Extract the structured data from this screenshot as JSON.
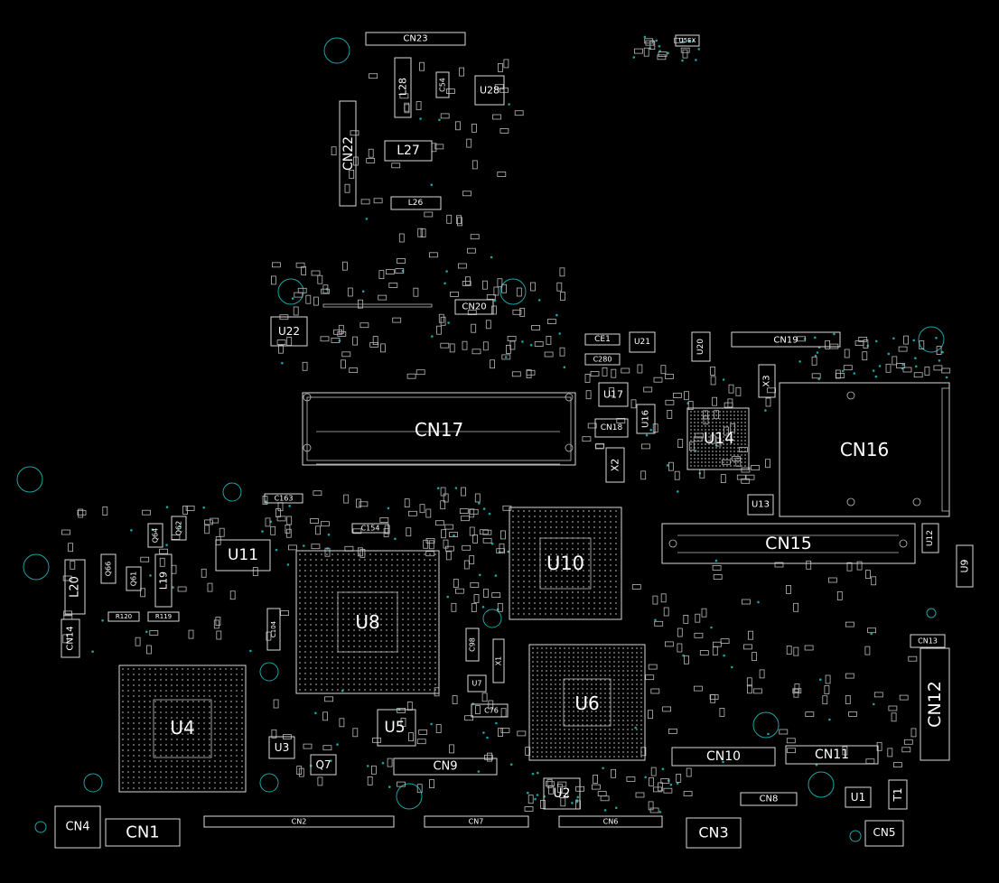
{
  "colors": {
    "background": "#000000",
    "silkscreen": "#d9d9d9",
    "mounting_hole": "#1aa3a3",
    "label": "#ffffff"
  },
  "labels": {
    "cn1": "CN1",
    "cn2": "CN2",
    "cn3": "CN3",
    "cn4": "CN4",
    "cn5": "CN5",
    "cn6": "CN6",
    "cn7": "CN7",
    "cn8": "CN8",
    "cn9": "CN9",
    "cn10": "CN10",
    "cn11": "CN11",
    "cn12": "CN12",
    "cn13": "CN13",
    "cn14": "CN14",
    "cn15": "CN15",
    "cn16": "CN16",
    "cn17": "CN17",
    "cn18": "CN18",
    "cn19": "CN19",
    "cn20": "CN20",
    "cn22": "CN22",
    "cn23": "CN23",
    "u1": "U1",
    "u2": "U2",
    "u3": "U3",
    "u4": "U4",
    "u5": "U5",
    "u6": "U6",
    "u7": "U7",
    "u8": "U8",
    "u9": "U9",
    "u10": "U10",
    "u11": "U11",
    "u12": "U12",
    "u13": "U13",
    "u14": "U14",
    "u16": "U16",
    "u17": "U17",
    "u20": "U20",
    "u21": "U21",
    "u22": "U22",
    "u28": "U28",
    "u5ex": "U5EX",
    "l19": "L19",
    "l20": "L20",
    "l26": "L26",
    "l27": "L27",
    "l28": "L28",
    "q7": "Q7",
    "q61": "Q61",
    "q62": "Q62",
    "q64": "Q64",
    "q66": "Q66",
    "x1": "X1",
    "x2": "X2",
    "x3": "X3",
    "t1": "T1",
    "r119": "R119",
    "r120": "R120",
    "c54": "C54",
    "c76": "C76",
    "c98": "C98",
    "c104": "C104",
    "c154": "C154",
    "c163": "C163",
    "c280": "C280",
    "ce1": "CE1"
  }
}
